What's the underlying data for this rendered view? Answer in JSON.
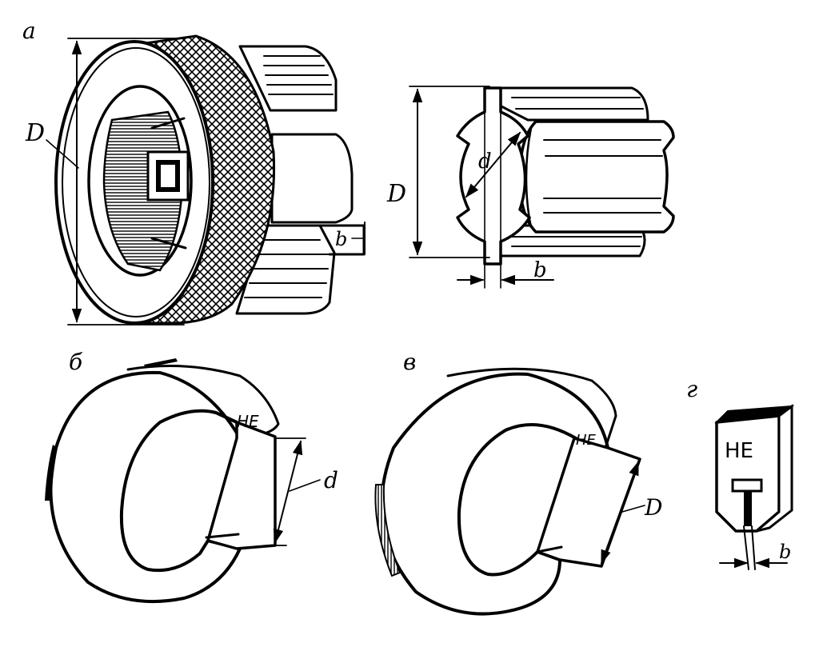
{
  "panels": {
    "a": {
      "label": "а",
      "dim_D_left": "D",
      "dim_b_left": "b",
      "dim_D_right": "D",
      "dim_d_right": "d",
      "dim_b_right": "b"
    },
    "b": {
      "label": "б",
      "mark": "НЕ",
      "dim": "d"
    },
    "v": {
      "label": "в",
      "mark": "НЕ",
      "dim": "D"
    },
    "g": {
      "label": "г",
      "mark": "НЕ",
      "dim": "b"
    }
  }
}
